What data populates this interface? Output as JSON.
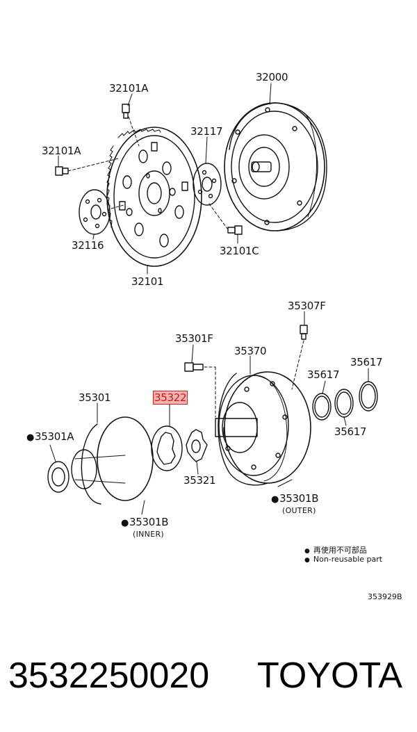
{
  "labels": {
    "p32101A_top": "32101A",
    "p32000": "32000",
    "p32101A_left": "32101A",
    "p32117": "32117",
    "p32116": "32116",
    "p32101C": "32101C",
    "p32101": "32101",
    "p35307F": "35307F",
    "p35301F": "35301F",
    "p35370": "35370",
    "p35617_a": "35617",
    "p35617_b": "35617",
    "p35617_c": "35617",
    "p35301": "35301",
    "p35322": "35322",
    "p35301A": "35301A",
    "p35321": "35321",
    "p35301B_outer": "35301B",
    "outer_note": "(OUTER)",
    "p35301B_inner": "35301B",
    "inner_note": "(INNER)"
  },
  "bullet": "●",
  "legend": {
    "jp": "再使用不可部品",
    "en": "Non-reusable part"
  },
  "diagram_code": "353929B",
  "footer": {
    "part_number": "3532250020",
    "brand": "TOYOTA"
  },
  "colors": {
    "highlight_fill": "#f3b3b3",
    "highlight_border": "#d02020"
  }
}
